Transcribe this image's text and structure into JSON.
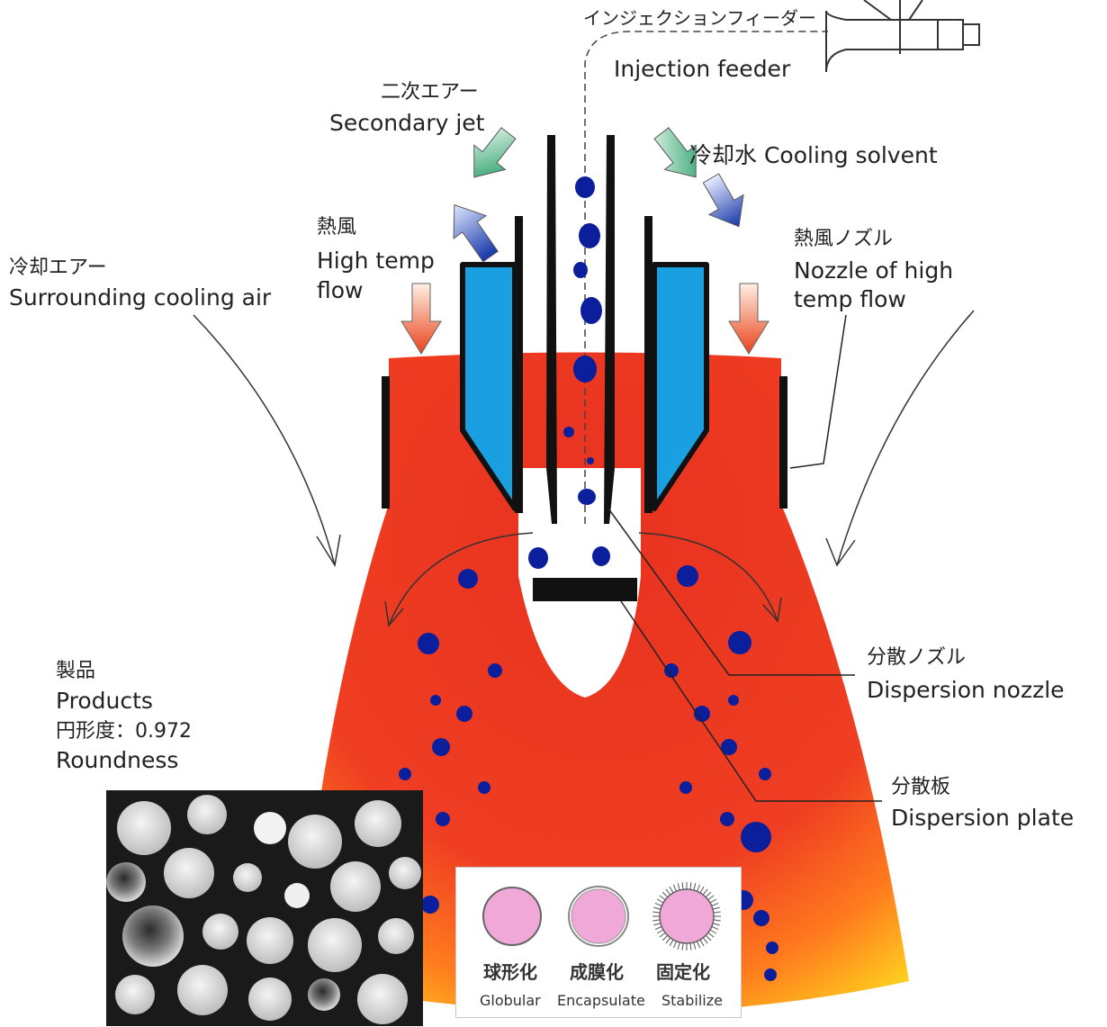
{
  "colors": {
    "flame_outer": "#ffd21a",
    "flame_mid": "#ff8a1c",
    "flame_inner": "#ee3b23",
    "nozzle_blue": "#1aa0e0",
    "droplet": "#0b1e9c",
    "arrow_green": "#2aa06a",
    "arrow_blue": "#1b3fb0",
    "arrow_orange": "#ea4a1c",
    "particle_pink": "#f0a8d8"
  },
  "labels": {
    "injection_feeder_ja": "インジェクションフィーダー",
    "injection_feeder_en": "Injection feeder",
    "secondary_jet_ja": "二次エアー",
    "secondary_jet_en": "Secondary jet",
    "cooling_solvent": "冷却水  Cooling solvent",
    "high_temp_ja": "熱風",
    "high_temp_en_1": "High temp",
    "high_temp_en_2": "flow",
    "cooling_air_ja": "冷却エアー",
    "cooling_air_en": "Surrounding cooling air",
    "nozzle_high_temp_ja": "熱風ノズル",
    "nozzle_high_temp_en_1": "Nozzle of high",
    "nozzle_high_temp_en_2": "temp flow",
    "dispersion_nozzle_ja": "分散ノズル",
    "dispersion_nozzle_en": "Dispersion nozzle",
    "dispersion_plate_ja": "分散板",
    "dispersion_plate_en": "Dispersion plate",
    "products_ja": "製品",
    "products_en": "Products",
    "roundness_ja": "円形度：0.972",
    "roundness_en": "Roundness"
  },
  "legend": [
    {
      "ja": "球形化",
      "en": "Globular",
      "icon": "globular-particle-icon"
    },
    {
      "ja": "成膜化",
      "en": "Encapsulate",
      "icon": "encapsulated-particle-icon"
    },
    {
      "ja": "固定化",
      "en": "Stabilize",
      "icon": "stabilized-particle-icon"
    }
  ]
}
